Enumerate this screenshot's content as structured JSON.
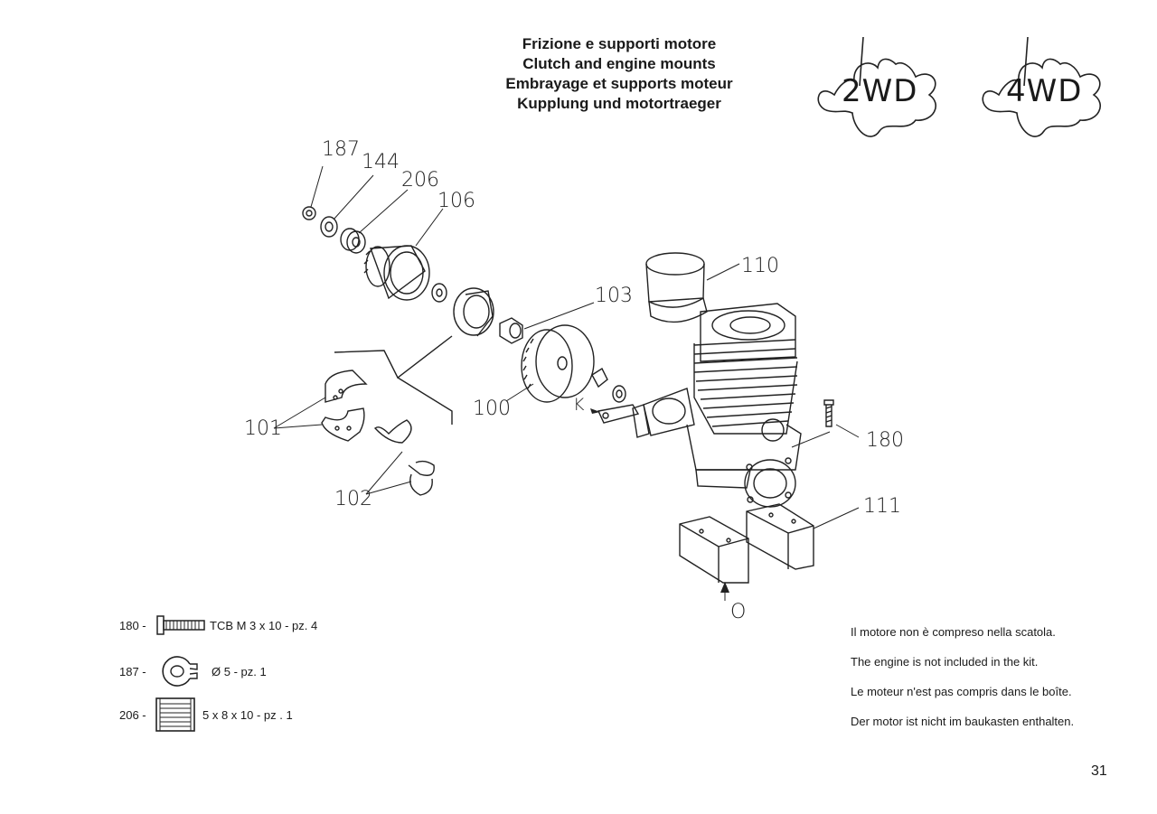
{
  "titles": {
    "it": "Frizione e supporti motore",
    "en": "Clutch and engine mounts",
    "fr": "Embrayage et supports moteur",
    "de": "Kupplung und motortraeger"
  },
  "badges": [
    "2WD",
    "4WD"
  ],
  "callouts": {
    "c187": "187",
    "c144": "144",
    "c206": "206",
    "c106": "106",
    "c110": "110",
    "c103": "103",
    "c100": "100",
    "ck": "K",
    "c180": "180",
    "c111": "111",
    "c101": "101",
    "c102": "102",
    "co": "O"
  },
  "legend": [
    {
      "code": "180 -",
      "icon": "cap-screw-icon",
      "spec": "TCB M 3 x 10 - pz. 4"
    },
    {
      "code": "187 -",
      "icon": "e-clip-icon",
      "spec": "Ø 5 - pz. 1"
    },
    {
      "code": "206 -",
      "icon": "bearing-icon",
      "spec": "5 x 8 x 10 - pz . 1"
    }
  ],
  "notes": [
    "Il motore non è compreso nella scatola.",
    "The engine is not included in the kit.",
    "Le moteur n'est pas compris dans le boîte.",
    "Der motor ist nicht im baukasten enthalten."
  ],
  "page_number": "31"
}
